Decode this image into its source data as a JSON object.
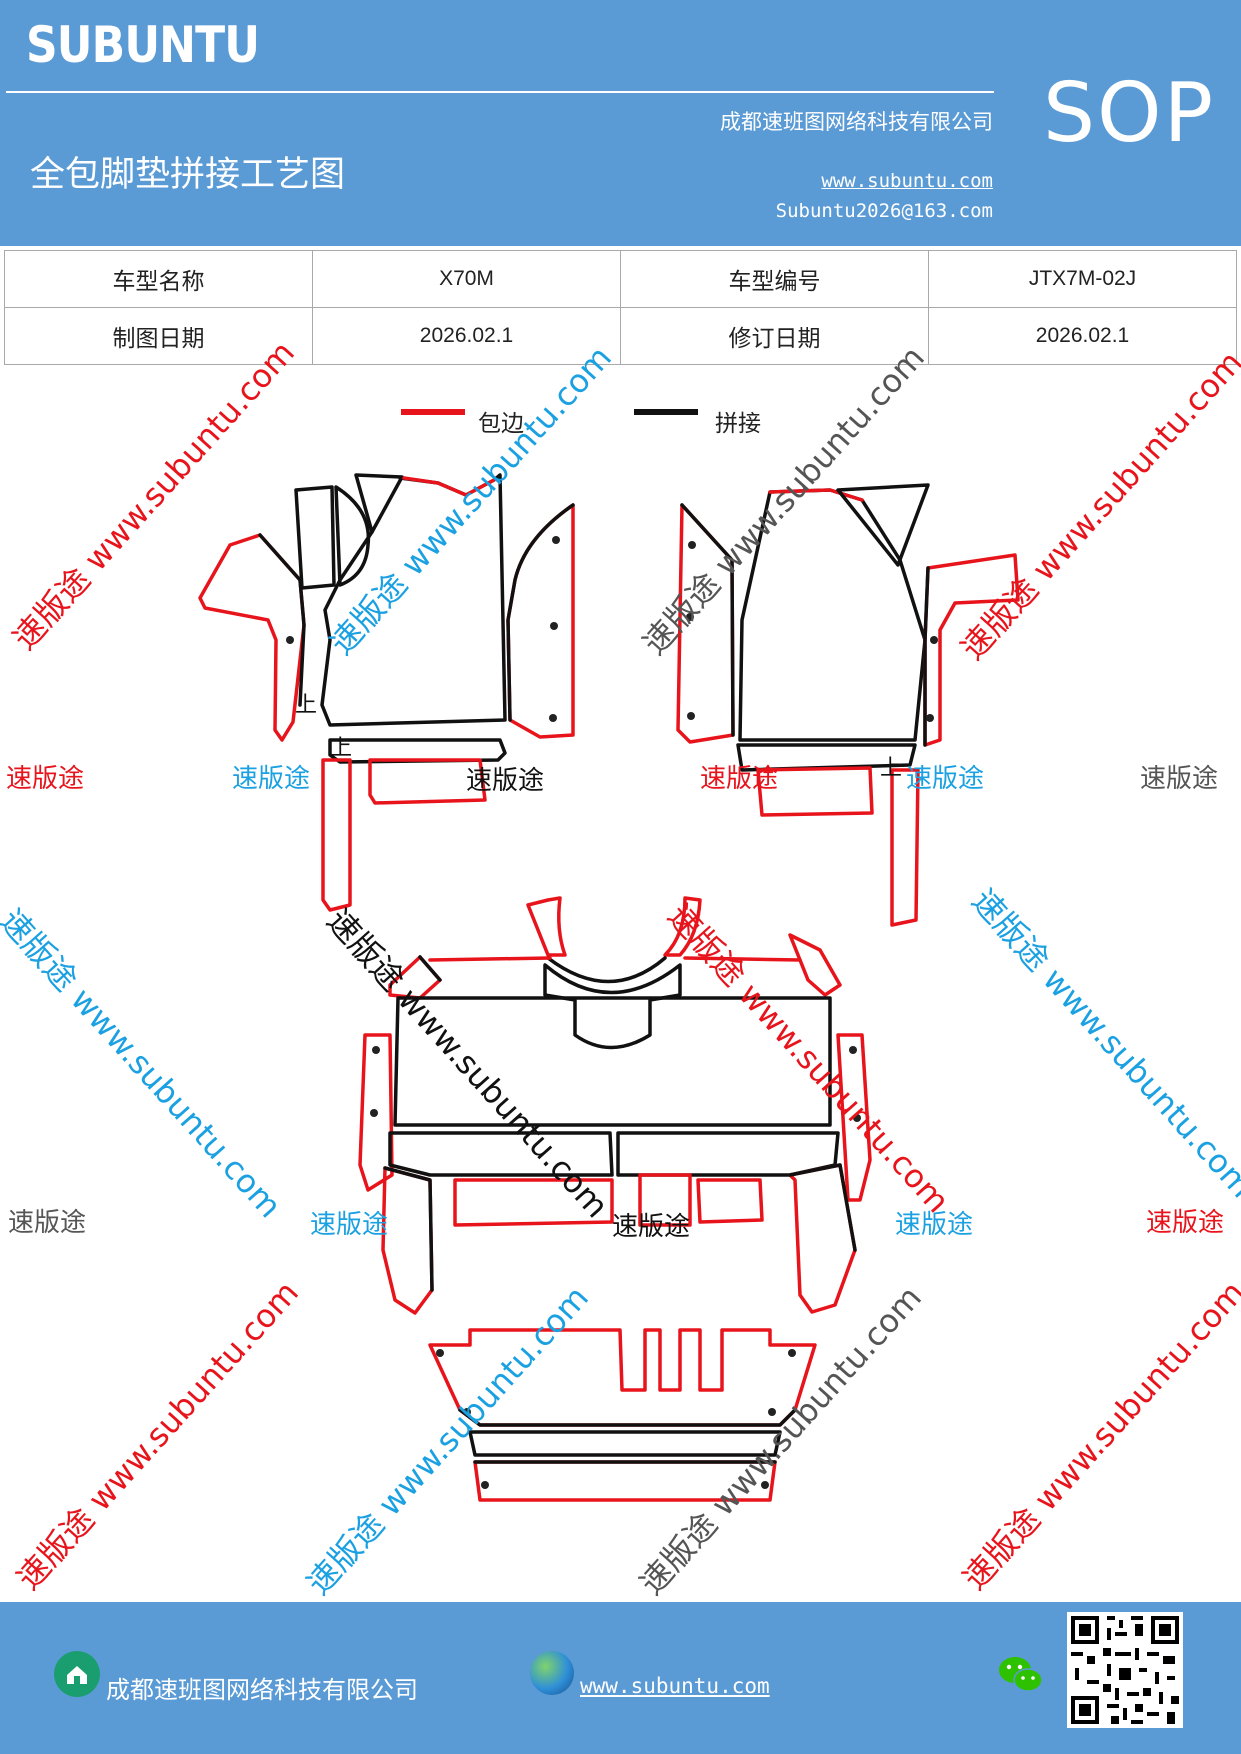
{
  "header": {
    "brand": "SUBUNTU",
    "company": "成都速班图网络科技有限公司",
    "title": "全包脚垫拼接工艺图",
    "website": "www.subuntu.com",
    "email": "Subuntu2026@163.com",
    "badge": "SOP"
  },
  "info_table": {
    "model_name_label": "车型名称",
    "model_name_value": "X70M",
    "model_code_label": "车型编号",
    "model_code_value": "JTX7M-02J",
    "draw_date_label": "制图日期",
    "draw_date_value": "2026.02.1",
    "revise_date_label": "修订日期",
    "revise_date_value": "2026.02.1"
  },
  "legend": {
    "edge_label": "包边",
    "edge_color": "#e8141c",
    "joint_label": "拼接",
    "joint_color": "#111111"
  },
  "drawing": {
    "up_mark": "上"
  },
  "watermarks": {
    "cn": "速版途",
    "diag": "速版途 www.subuntu.com",
    "colors": {
      "red": "#e8141c",
      "blue": "#1ba1e2",
      "gray": "#555555",
      "black": "#111111"
    }
  },
  "footer": {
    "company_icon": "home-badge-icon",
    "company": "成都速班图网络科技有限公司",
    "web_icon": "globe-icon",
    "website": "www.subuntu.com",
    "wechat_icon": "wechat-icon",
    "qr_icon": "qr-code-icon"
  }
}
